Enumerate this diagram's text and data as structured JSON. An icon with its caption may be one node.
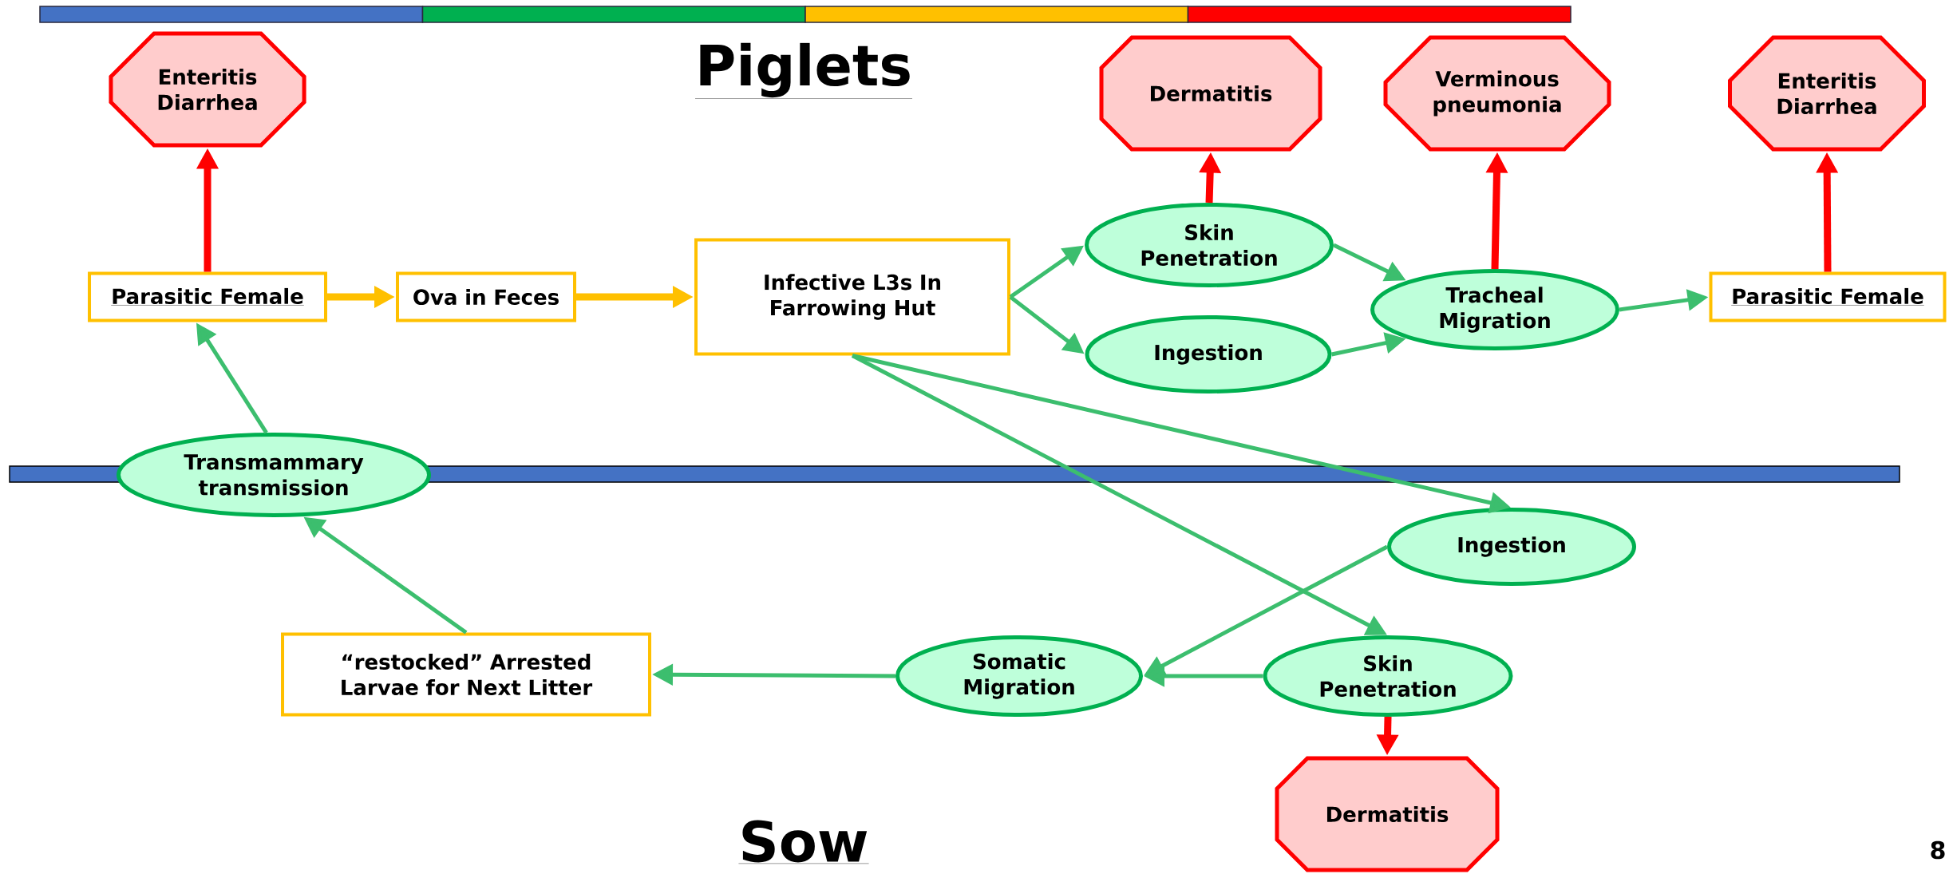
{
  "diagram": {
    "nodes": [
      {
        "text": [
          "Enteritis Diarrhea"
        ]
      },
      {
        "text": [
          "Dermatitis"
        ]
      },
      {
        "text": [
          "Verminous pneumonia"
        ]
      },
      {
        "text": [
          "Enteritis Diarrhea"
        ]
      },
      {
        "text": [
          "Parasitic Female"
        ]
      },
      {
        "text": [
          "Ova in Feces"
        ]
      },
      {
        "text": [
          "Infective L3s In Farrowing Hut"
        ]
      },
      {
        "text": [
          "Skin Penetration"
        ]
      },
      {
        "text": [
          "Ingestion"
        ]
      },
      {
        "text": [
          "Tracheal Migration"
        ]
      },
      {
        "text": [
          "Parasitic Female"
        ]
      },
      {
        "text": [
          "Transmammary transmission"
        ]
      },
      {
        "text": [
          "Ingestion"
        ]
      },
      {
        "text": [
          "“restocked” Arrested Larvae for Next Litter"
        ]
      },
      {
        "text": [
          "Somatic Migration"
        ]
      },
      {
        "text": [
          "Skin Penetration"
        ]
      },
      {
        "text": [
          "Dermatitis"
        ]
      }
    ],
    "edges": [
      {
        "from": 4,
        "to": 0,
        "arrow": "to",
        "style": "thick",
        "color": "#ff0000"
      },
      {
        "from": 4,
        "to": 5,
        "arrow": "to",
        "style": "thick",
        "color": "#ffc000"
      },
      {
        "from": 5,
        "to": 6,
        "arrow": "to",
        "style": "thick",
        "color": "#ffc000"
      },
      {
        "from": 6,
        "to": 7,
        "arrow": "to"
      },
      {
        "from": 6,
        "to": 8,
        "arrow": "to"
      },
      {
        "from": 7,
        "to": 1,
        "arrow": "to",
        "style": "thick",
        "color": "#ff0000"
      },
      {
        "from": 7,
        "to": 9,
        "arrow": "to"
      },
      {
        "from": 8,
        "to": 9,
        "arrow": "to"
      },
      {
        "from": 9,
        "to": 2,
        "arrow": "to",
        "style": "thick",
        "color": "#ff0000"
      },
      {
        "from": 9,
        "to": 10,
        "arrow": "to"
      },
      {
        "from": 10,
        "to": 3,
        "arrow": "to",
        "style": "thick",
        "color": "#ff0000"
      },
      {
        "from": 11,
        "to": 4,
        "arrow": "to"
      },
      {
        "from": 13,
        "to": 11,
        "arrow": "to"
      },
      {
        "from": 6,
        "to": 12,
        "arrow": "to"
      },
      {
        "from": 6,
        "to": 15,
        "arrow": "to"
      },
      {
        "from": 12,
        "to": 14,
        "arrow": "to"
      },
      {
        "from": 15,
        "to": 14,
        "arrow": "to"
      },
      {
        "from": 14,
        "to": 13,
        "arrow": "to"
      },
      {
        "from": 15,
        "to": 16,
        "arrow": "to",
        "style": "thick",
        "color": "#ff0000"
      }
    ],
    "labels": [
      "Piglets",
      "Sow",
      "8"
    ]
  }
}
